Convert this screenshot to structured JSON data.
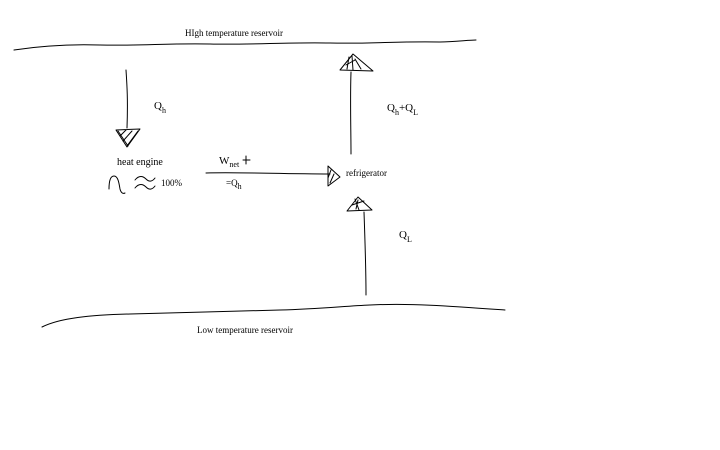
{
  "reservoirs": {
    "high_label": "HIgh temperature reservoir",
    "low_label": "Low temperature reservoir"
  },
  "heat_engine": {
    "label": "heat engine",
    "efficiency": "100%",
    "heat_in": {
      "symbol": "Q",
      "sub": "h"
    }
  },
  "work": {
    "symbol": "W",
    "sub": "net",
    "equals": "=Q",
    "equals_sub": "h"
  },
  "refrigerator": {
    "label": "refrigerator",
    "heat_out": {
      "q1": "Q",
      "sub1": "h",
      "plus": "+Q",
      "sub2": "L"
    },
    "heat_in": {
      "symbol": "Q",
      "sub": "L"
    }
  },
  "colors": {
    "ink": "#000000",
    "background": "#ffffff"
  }
}
